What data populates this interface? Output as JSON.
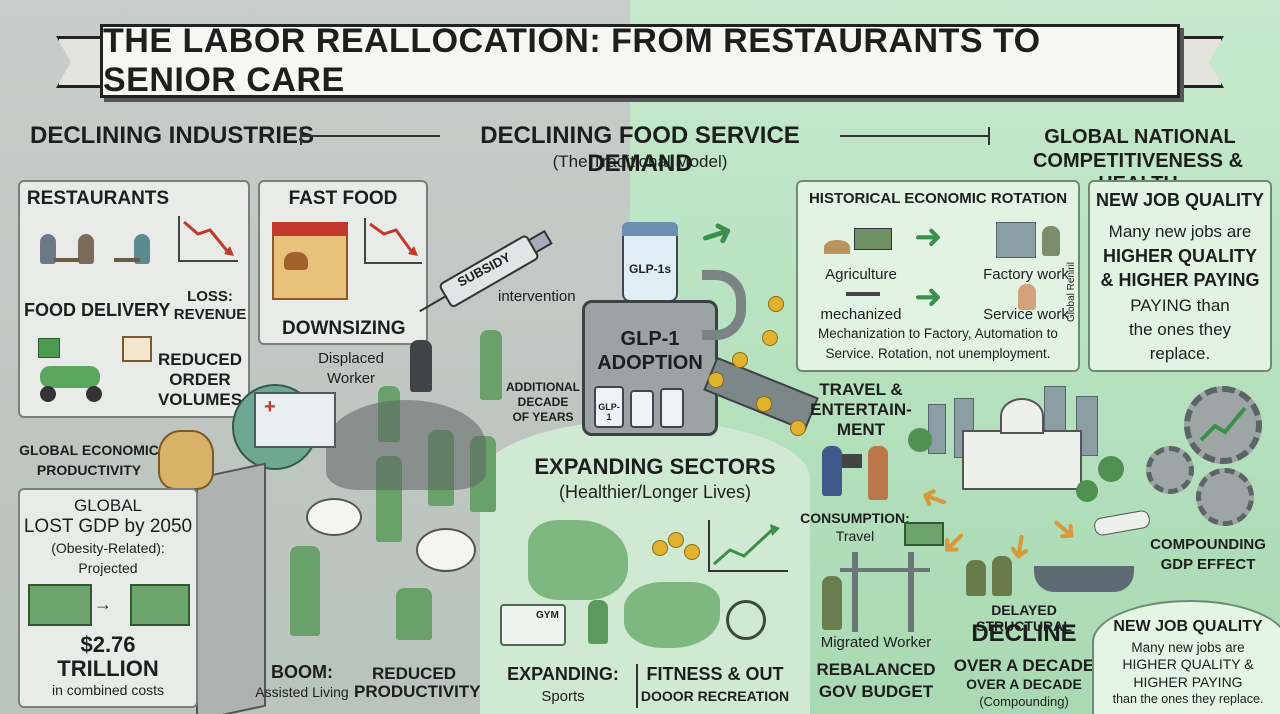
{
  "title": "THE LABOR REALLOCATION: FROM RESTAURANTS TO SENIOR CARE",
  "header": {
    "declining_industries": "DECLINING INDUSTRIES",
    "declining_demand": "DECLINING FOOD SERVICE DEMAND",
    "traditional_model": "(The Traditional Model)",
    "competitiveness_line1": "GLOBAL NATIONAL",
    "competitiveness_line2": "COMPETITIVENESS & HEALTH"
  },
  "restaurants": {
    "title": "RESTAURANTS",
    "food_delivery": "FOOD DELIVERY",
    "loss_line1": "LOSS:",
    "loss_line2": "REVENUE",
    "reduced_line1": "REDUCED",
    "reduced_line2": "ORDER",
    "reduced_line3": "VOLUMES"
  },
  "fast_food": {
    "title": "FAST FOOD",
    "downsizing": "DOWNSIZING"
  },
  "center": {
    "syringe_label": "SUBSIDY",
    "intervention": "intervention",
    "vial_label": "GLP-1s",
    "machine_line1": "GLP-1",
    "machine_line2": "ADOPTION",
    "small_vial": "GLP-1",
    "additional_line1": "ADDITIONAL",
    "additional_line2": "DECADE",
    "additional_line3": "OF YEARS",
    "displaced_line1": "Displaced",
    "displaced_line2": "Worker"
  },
  "productivity": {
    "label_line1": "GLOBAL ECONOMIC",
    "label_line2": "PRODUCTIVITY",
    "global": "GLOBAL",
    "lost_gdp": "LOST GDP by 2050",
    "obesity": "(Obesity-Related):",
    "projected": "Projected",
    "amount": "$2.76",
    "trillion": "TRILLION",
    "combined": "in combined costs"
  },
  "boom": {
    "title": "BOOM:",
    "sub": "Assisted Living",
    "reduced_line1": "REDUCED",
    "reduced_line2": "PRODUCTIVITY"
  },
  "expanding": {
    "title": "EXPANDING SECTORS",
    "sub": "(Healthier/Longer Lives)",
    "gym": "GYM",
    "expanding_label": "EXPANDING:",
    "sports": "Sports",
    "fitness_line1": "FITNESS & OUT",
    "fitness_line2": "DOOOR RECREATION"
  },
  "rotation": {
    "title": "HISTORICAL ECONOMIC ROTATION",
    "agriculture": "Agriculture",
    "factory": "Factory work",
    "mechanized": "mechanized",
    "service": "Service work",
    "desc_line1": "Mechanization to Factory, Automation to",
    "desc_line2": "Service. Rotation, not unemployment.",
    "side_label": "Global Reniril"
  },
  "new_job_top": {
    "title": "NEW JOB QUALITY",
    "line1": "Many new jobs are",
    "line2": "HIGHER QUALITY",
    "line3": "& HIGHER PAYING",
    "line4": "PAYING than",
    "line5": "the ones they",
    "line6": "replace."
  },
  "travel": {
    "title_line1": "TRAVEL &",
    "title_line2": "ENTERTAIN-",
    "title_line3": "MENT",
    "consumption": "CONSUMPTION:",
    "travel": "Travel"
  },
  "compounding": {
    "line1": "COMPOUNDING",
    "line2": "GDP EFFECT"
  },
  "migrated": {
    "worker": "Migrated Worker",
    "rebalanced_line1": "REBALANCED",
    "rebalanced_line2": "GOV BUDGET"
  },
  "delayed": {
    "line1": "DELAYED STRUCTURAL",
    "line2": "DECLINE",
    "line3": "OVER A DECADE",
    "line4": "OVER A DECADE",
    "line5": "(Compounding)"
  },
  "new_job_bottom": {
    "title": "NEW JOB QUALITY",
    "line1": "Many new jobs are",
    "line2": "HIGHER QUALITY &",
    "line3": "HIGHER PAYING",
    "line4": "than the ones they replace."
  },
  "colors": {
    "accent_green": "#3c8f4a",
    "accent_orange": "#d79a3a",
    "ink": "#1d1f1e"
  }
}
